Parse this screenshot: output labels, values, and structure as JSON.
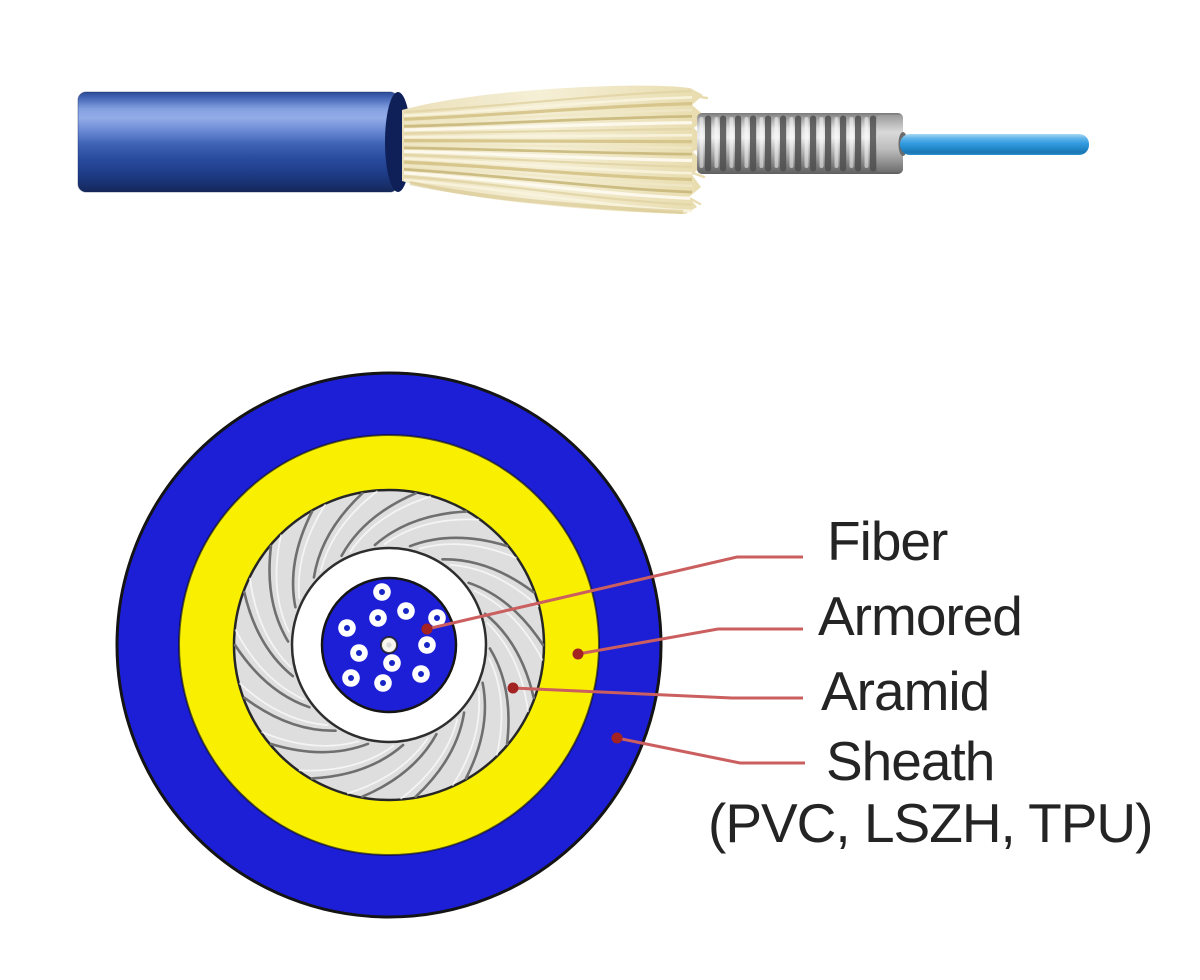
{
  "cross_section": {
    "labels": {
      "fiber": {
        "text": "Fiber",
        "points_to": "fiber-core"
      },
      "armored": {
        "text": "Armored",
        "points_to": "yellow-armored-ring"
      },
      "aramid": {
        "text": "Aramid",
        "points_to": "gray-aramid-ring"
      },
      "sheath": {
        "text": "Sheath",
        "points_to": "outer-blue-sheath-ring"
      },
      "sheath_materials": {
        "text": "(PVC, LSZH, TPU)",
        "points_to": "outer-blue-sheath-ring"
      }
    },
    "layers": [
      {
        "name": "sheath",
        "label": "Sheath (PVC, LSZH, TPU)",
        "color": "#1d1fd6"
      },
      {
        "name": "armored",
        "label": "Armored",
        "color": "#f8f000"
      },
      {
        "name": "aramid",
        "label": "Aramid",
        "color": "#dedede"
      },
      {
        "name": "buffer-tube",
        "label": "",
        "color": "#ffffff"
      },
      {
        "name": "fiber-core",
        "label": "Fiber",
        "color": "#1d1fd6"
      }
    ],
    "fiber_ring_count": 11,
    "has_center_element": true
  },
  "palette": {
    "ring_blue": "#1d1fd6",
    "ring_yellow": "#f8f000",
    "ring_gray": "#dedede",
    "ring_white": "#ffffff",
    "blade_stroke": "#6f6f6f",
    "outline_dark": "#1b1b1b",
    "leader_line": "#cb5f5f",
    "leader_dot": "#a32222",
    "label_text": "#242424",
    "jacket_blue": "#3b5db5",
    "aramid_yarn_cream": "#f1e9cc",
    "armor_tube_gray": "#b9b9b9",
    "fiber_tube_blue": "#2f97dd"
  }
}
